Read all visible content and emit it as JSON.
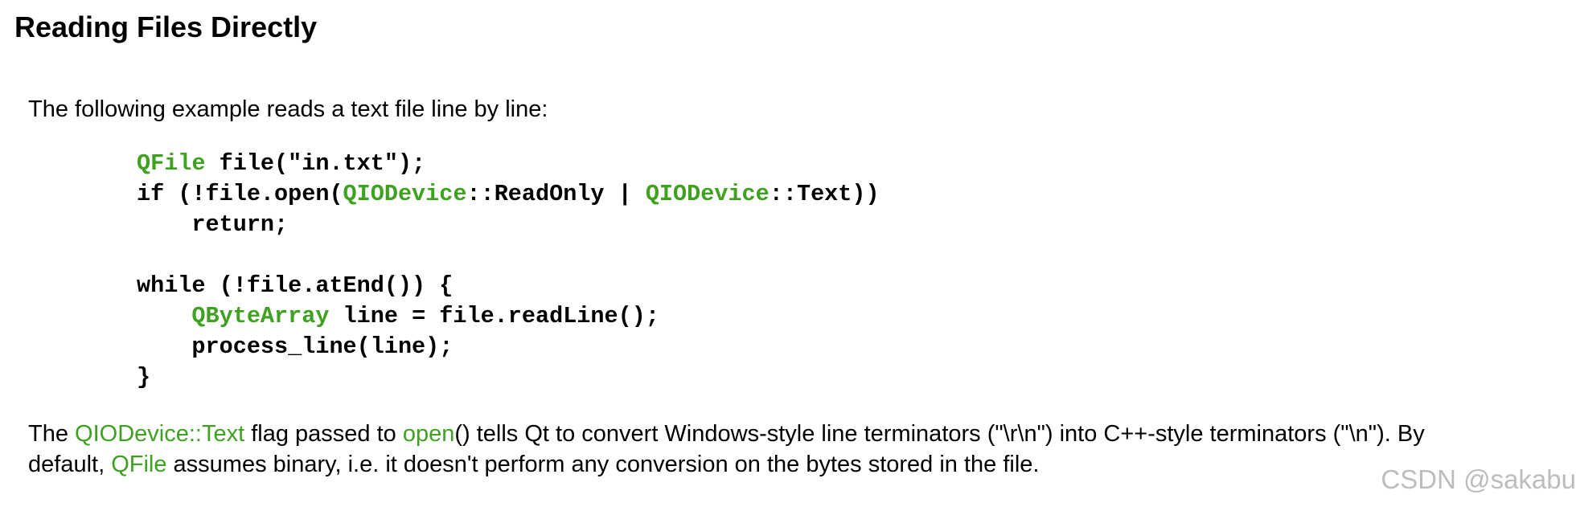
{
  "title": "Reading Files Directly",
  "intro": "The following example reads a text file line by line:",
  "code": {
    "line1": {
      "type": "QFile",
      "rest": " file(\"in.txt\");"
    },
    "line2": {
      "prefix": "if (!file.open(",
      "type1": "QIODevice",
      "mid": "::ReadOnly | ",
      "type2": "QIODevice",
      "suffix": "::Text))"
    },
    "line3": "    return;",
    "line4": "",
    "line5": "while (!file.atEnd()) {",
    "line6": {
      "indent": "    ",
      "type": "QByteArray",
      "rest": " line = file.readLine();"
    },
    "line7": "    process_line(line);",
    "line8": "}"
  },
  "explanation": {
    "part1": "The ",
    "link1": "QIODevice::Text",
    "part2": " flag passed to ",
    "link2": "open",
    "part3": "() tells Qt to convert Windows-style line terminators (\"\\r\\n\") into C++-style terminators (\"\\n\"). By",
    "part4": "default, ",
    "link3": "QFile",
    "part5": " assumes binary, i.e. it doesn't perform any conversion on the bytes stored in the file."
  },
  "watermark": "CSDN @sakabu",
  "colors": {
    "link": "#3ea11f",
    "text": "#000000",
    "watermark": "#bdbdbd"
  }
}
